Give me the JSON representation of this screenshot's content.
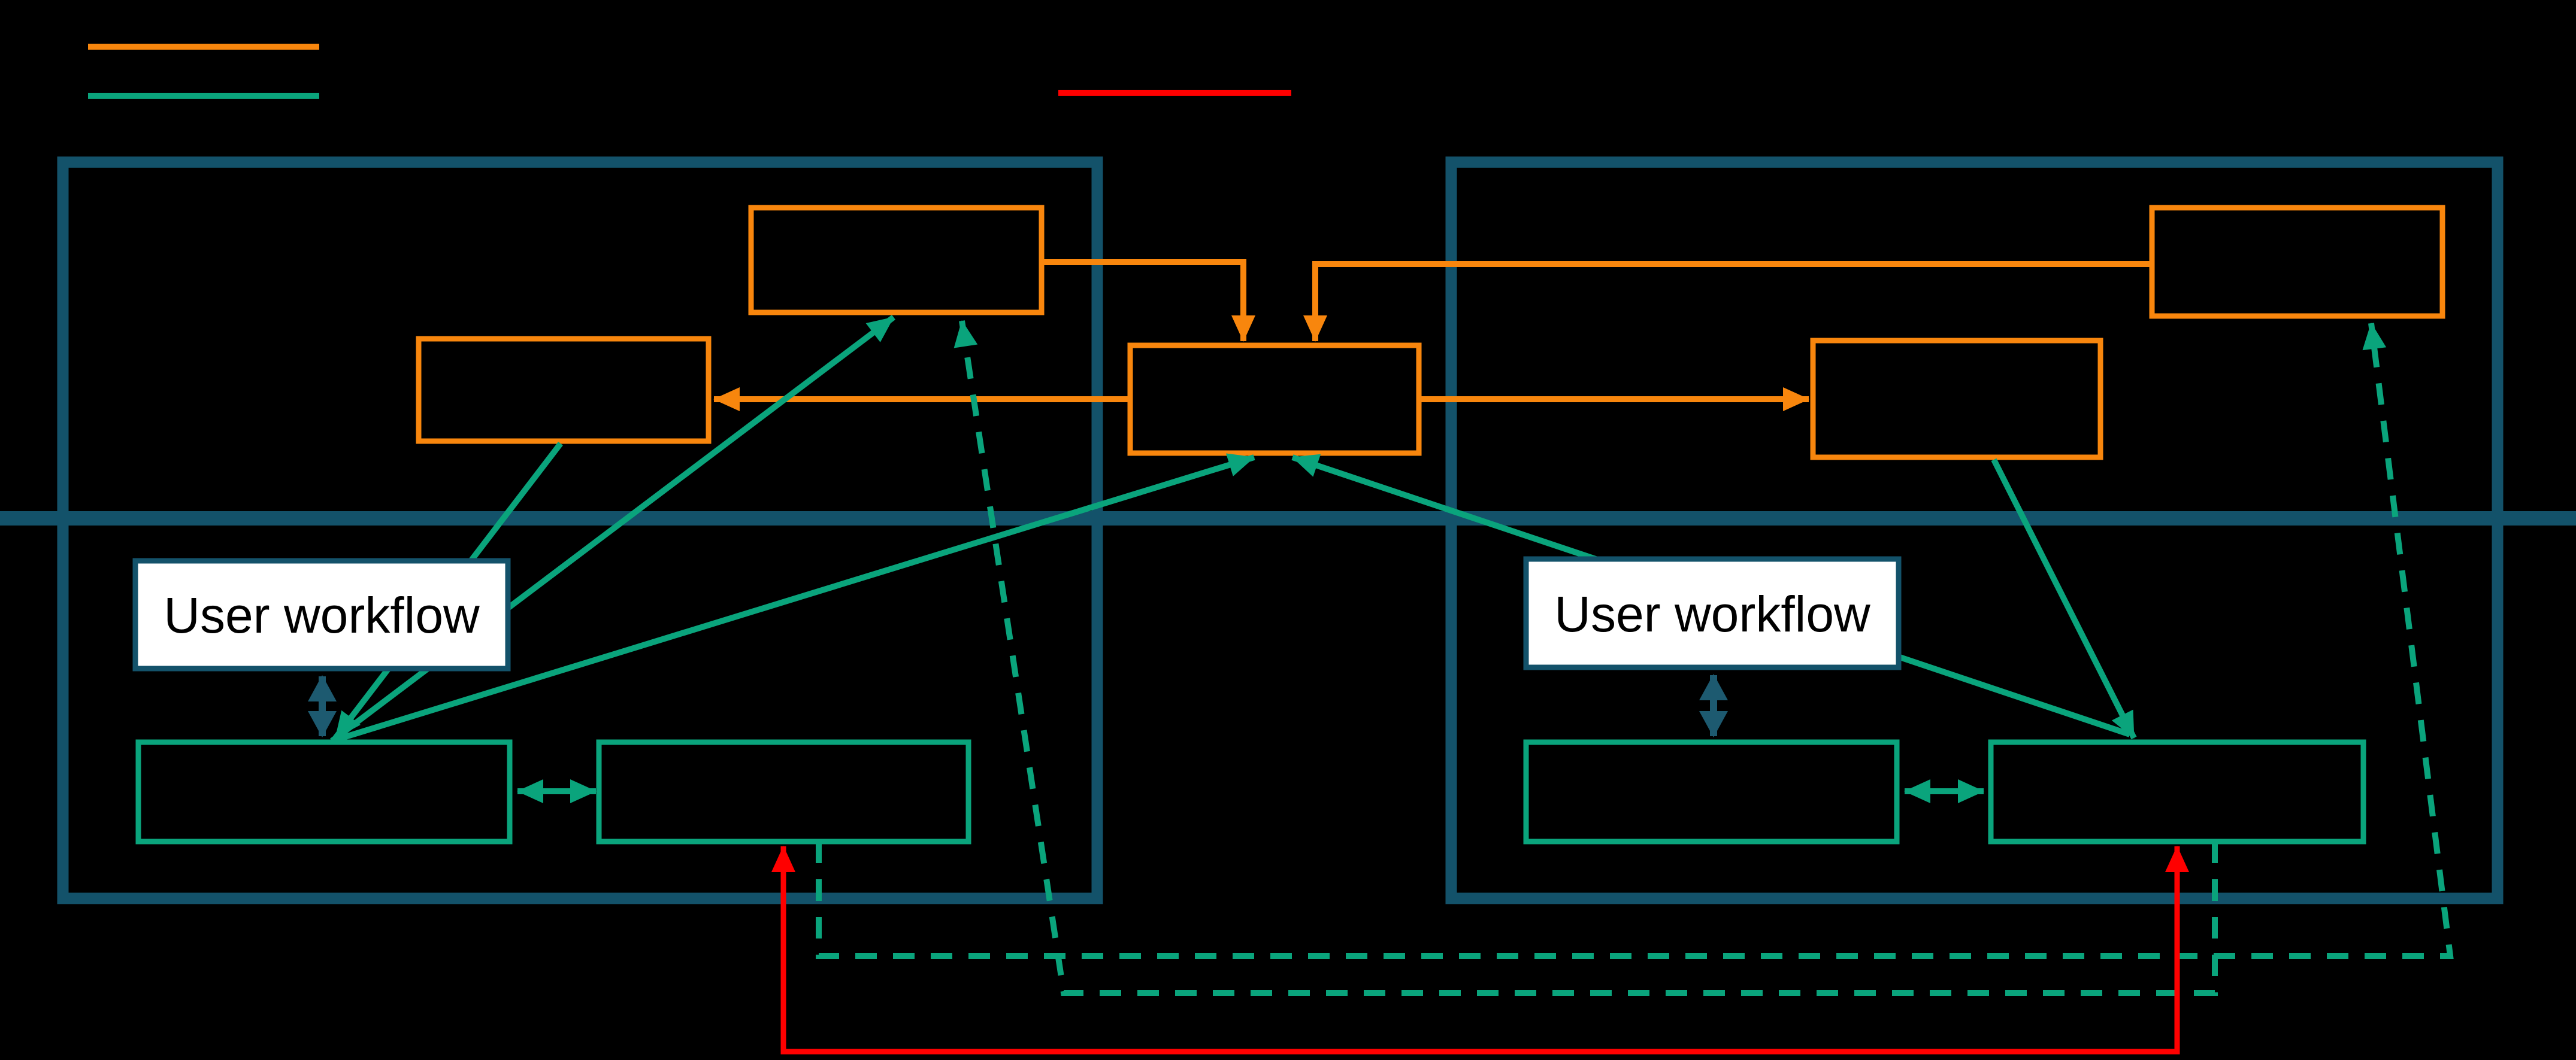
{
  "diagram": {
    "type": "architecture-flow-diagram",
    "background": "#000000",
    "colors": {
      "orange": "#F8860D",
      "green": "#0AA47C",
      "container_teal": "#13526A",
      "arrow_teal": "#1D5A70",
      "red": "#FF0000",
      "box_fill": "#000000",
      "workflow_box_fill": "#FFFFFF",
      "workflow_text": "#000000"
    },
    "legend": {
      "items": [
        {
          "id": "orange-flow-line",
          "line_color": "#F8860D",
          "style": "solid"
        },
        {
          "id": "green-flow-line",
          "line_color": "#0AA47C",
          "style": "solid"
        },
        {
          "id": "red-flow-line",
          "line_color": "#FF0000",
          "style": "solid"
        }
      ]
    },
    "left_environment": {
      "user_workflow_label": "User workflow",
      "upper_orange_boxes": 2,
      "lower_green_boxes": 2
    },
    "right_environment": {
      "user_workflow_label": "User workflow",
      "upper_orange_boxes": 2,
      "lower_green_boxes": 2
    },
    "central_box": {
      "border_color": "#F8860D"
    },
    "connections": [
      {
        "from": "left-upper-orange-box",
        "to": "central-orange-box",
        "color": "orange",
        "style": "solid",
        "head": "end"
      },
      {
        "from": "right-upper-orange-box",
        "to": "central-orange-box",
        "color": "orange",
        "style": "solid",
        "head": "end"
      },
      {
        "from": "central-orange-box",
        "to": "left-lower-orange-box",
        "color": "orange",
        "style": "solid",
        "head": "end"
      },
      {
        "from": "central-orange-box",
        "to": "right-lower-orange-box",
        "color": "orange",
        "style": "solid",
        "head": "end"
      },
      {
        "from": "left-lower-orange-box",
        "to": "left-green-box-primary",
        "color": "green",
        "style": "solid",
        "head": "end"
      },
      {
        "from": "left-green-box-primary",
        "to": "left-upper-orange-box",
        "color": "green",
        "style": "solid",
        "head": "end"
      },
      {
        "from": "left-green-box-primary",
        "to": "central-orange-box",
        "color": "green",
        "style": "solid",
        "head": "end"
      },
      {
        "from": "right-user-workflow",
        "to": "central-orange-box",
        "color": "green",
        "style": "solid",
        "head": "end"
      },
      {
        "from": "right-lower-orange-box",
        "to": "right-green-box-secondary",
        "color": "green",
        "style": "solid",
        "head": "end"
      },
      {
        "from": "right-user-workflow",
        "to": "right-green-box-secondary",
        "color": "green",
        "style": "solid",
        "head": "none"
      },
      {
        "from": "left-user-workflow",
        "to": "left-green-box-primary",
        "color": "teal",
        "style": "solid",
        "head": "both"
      },
      {
        "from": "right-user-workflow",
        "to": "right-green-box-primary",
        "color": "teal",
        "style": "solid",
        "head": "both"
      },
      {
        "from": "left-green-box-primary",
        "to": "left-green-box-secondary",
        "color": "green",
        "style": "solid",
        "head": "both"
      },
      {
        "from": "right-green-box-primary",
        "to": "right-green-box-secondary",
        "color": "green",
        "style": "solid",
        "head": "both"
      },
      {
        "from": "left-green-box-secondary",
        "to": "right-upper-orange-box",
        "color": "green",
        "style": "dashed",
        "head": "end"
      },
      {
        "from": "right-green-box-secondary",
        "to": "left-upper-orange-box",
        "color": "green",
        "style": "dashed",
        "head": "end"
      },
      {
        "from": "left-green-box-secondary",
        "to": "right-green-box-secondary",
        "color": "red",
        "style": "solid",
        "head": "both"
      }
    ]
  }
}
